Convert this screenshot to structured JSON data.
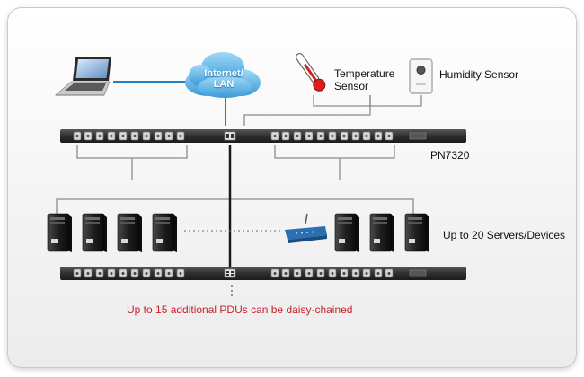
{
  "labels": {
    "internet_line1": "Internet/",
    "internet_line2": "LAN",
    "temperature_line1": "Temperature",
    "temperature_line2": "Sensor",
    "humidity": "Humidity Sensor",
    "model": "PN7320",
    "servers": "Up to 20 Servers/Devices",
    "daisy_chain": "Up to 15 additional PDUs can be daisy-chained"
  },
  "colors": {
    "network_line": "#1b82c8",
    "connector_line": "#8c8c8c",
    "pdu_body": "#3a3a3a",
    "daisy_text": "#cc1f2a"
  },
  "icons": {
    "laptop": "laptop-icon",
    "cloud": "cloud-icon",
    "thermometer": "thermometer-icon",
    "humidity": "humidity-sensor-icon",
    "server": "server-tower-icon",
    "router": "router-icon"
  }
}
